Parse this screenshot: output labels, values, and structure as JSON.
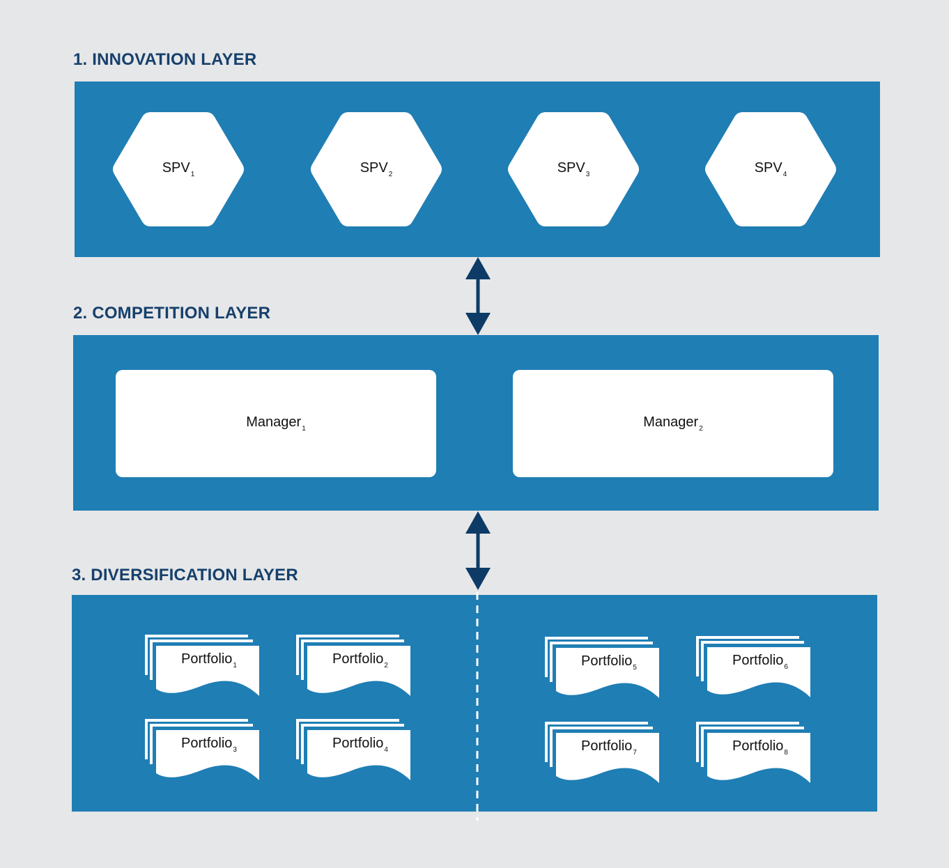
{
  "layers": {
    "innovation": {
      "title": "1. INNOVATION LAYER",
      "spvs": [
        {
          "name": "SPV",
          "sub": "1"
        },
        {
          "name": "SPV",
          "sub": "2"
        },
        {
          "name": "SPV",
          "sub": "3"
        },
        {
          "name": "SPV",
          "sub": "4"
        }
      ]
    },
    "competition": {
      "title": "2. COMPETITION LAYER",
      "managers": [
        {
          "name": "Manager",
          "sub": "1"
        },
        {
          "name": "Manager",
          "sub": "2"
        }
      ]
    },
    "diversification": {
      "title": "3. DIVERSIFICATION LAYER",
      "portfolios": [
        {
          "name": "Portfolio",
          "sub": "1"
        },
        {
          "name": "Portfolio",
          "sub": "2"
        },
        {
          "name": "Portfolio",
          "sub": "3"
        },
        {
          "name": "Portfolio",
          "sub": "4"
        },
        {
          "name": "Portfolio",
          "sub": "5"
        },
        {
          "name": "Portfolio",
          "sub": "6"
        },
        {
          "name": "Portfolio",
          "sub": "7"
        },
        {
          "name": "Portfolio",
          "sub": "8"
        }
      ]
    }
  },
  "colors": {
    "background": "#e6e7e9",
    "panel": "#1f7eb4",
    "title": "#16406b",
    "arrow": "#0d3b66",
    "shape_fill": "#ffffff"
  }
}
